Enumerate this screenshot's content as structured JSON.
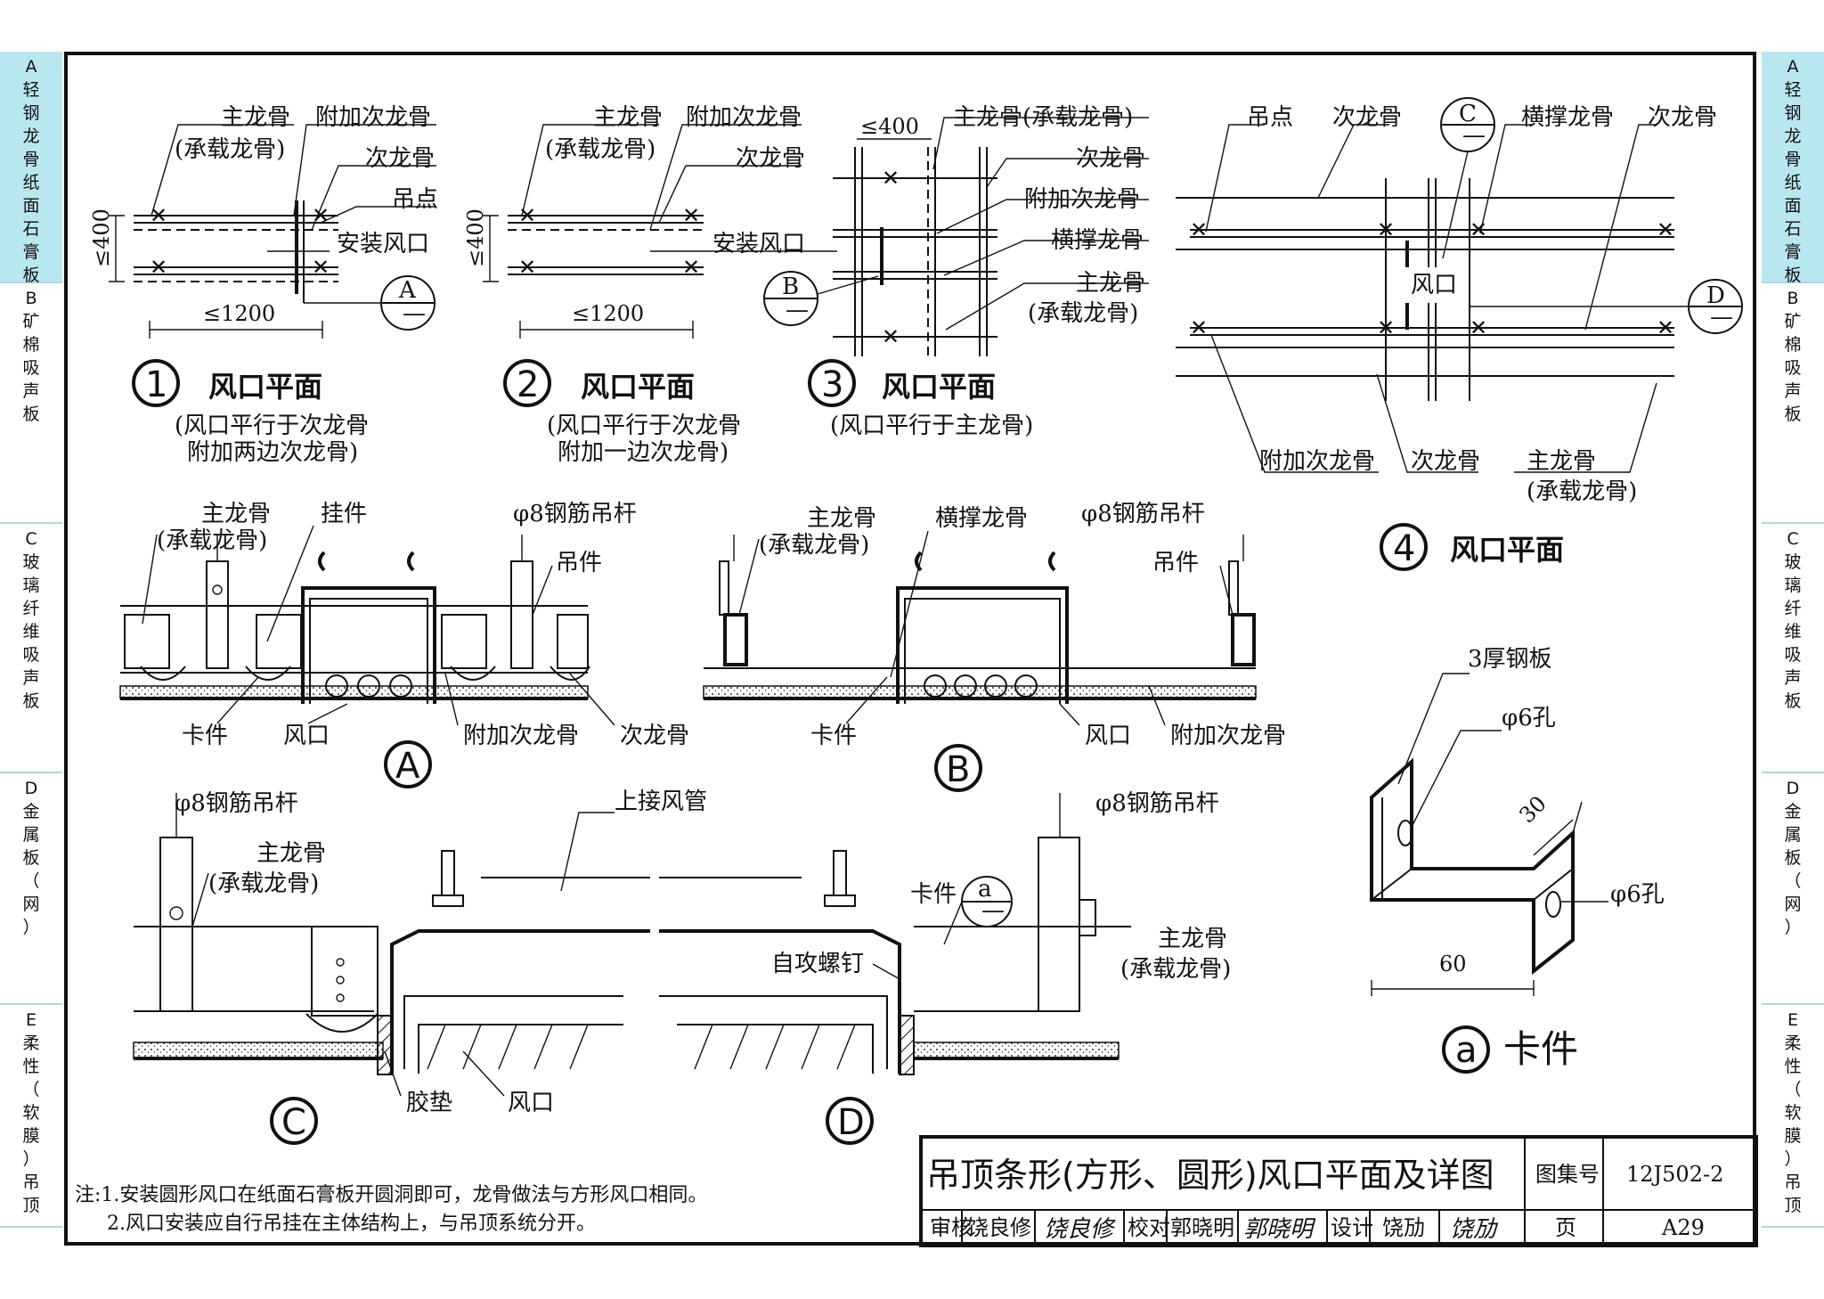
{
  "side_tabs": [
    {
      "letter": "A",
      "text": "轻钢龙骨纸面石膏板",
      "active": true
    },
    {
      "letter": "B",
      "text": "矿棉吸声板",
      "active": false
    },
    {
      "letter": "C",
      "text": "玻璃纤维吸声板",
      "active": false
    },
    {
      "letter": "D",
      "text": "金属板（网）",
      "active": false
    },
    {
      "letter": "E",
      "text": "柔性（软膜）吊顶",
      "active": false
    }
  ],
  "diagram": {
    "v1": {
      "num": "1",
      "title": "风口平面",
      "sub1": "(风口平行于次龙骨",
      "sub2": "附加两边次龙骨)",
      "l_main": "主龙骨",
      "l_main2": "(承载龙骨)",
      "l_add": "附加次龙骨",
      "l_sec": "次龙骨",
      "l_hang": "吊点",
      "l_vent": "安装风口",
      "dim_v": "≤400",
      "dim_h": "≤1200",
      "ref": "A"
    },
    "v2": {
      "num": "2",
      "title": "风口平面",
      "sub1": "(风口平行于次龙骨",
      "sub2": "附加一边次龙骨)",
      "l_main": "主龙骨",
      "l_main2": "(承载龙骨)",
      "l_add": "附加次龙骨",
      "l_sec": "次龙骨",
      "l_vent": "安装风口",
      "dim_v": "≤400",
      "dim_h": "≤1200"
    },
    "v3": {
      "num": "3",
      "title": "风口平面",
      "sub1": "(风口平行于主龙骨)",
      "dim": "≤400",
      "l_main": "主龙骨(承载龙骨)",
      "l_sec": "次龙骨",
      "l_add": "附加次龙骨",
      "l_cross": "横撑龙骨",
      "l_main_b": "主龙骨",
      "l_main_b2": "(承载龙骨)",
      "ref": "B"
    },
    "v4": {
      "num": "4",
      "title": "风口平面",
      "l_hang": "吊点",
      "l_sec": "次龙骨",
      "l_cross": "横撑龙骨",
      "l_sec2": "次龙骨",
      "l_vent": "风口",
      "l_add": "附加次龙骨",
      "l_sec3": "次龙骨",
      "l_main": "主龙骨",
      "l_main2": "(承载龙骨)",
      "ref_c": "C",
      "ref_d": "D"
    },
    "sA": {
      "ref": "A",
      "l_main": "主龙骨",
      "l_main2": "(承载龙骨)",
      "l_hook": "挂件",
      "l_rod": "φ8钢筋吊杆",
      "l_hanger": "吊件",
      "l_clip": "卡件",
      "l_vent": "风口",
      "l_add": "附加次龙骨",
      "l_sec": "次龙骨"
    },
    "sB": {
      "ref": "B",
      "l_main": "主龙骨",
      "l_main2": "(承载龙骨)",
      "l_cross": "横撑龙骨",
      "l_rod": "φ8钢筋吊杆",
      "l_hanger": "吊件",
      "l_clip": "卡件",
      "l_vent": "风口",
      "l_add": "附加次龙骨"
    },
    "sC": {
      "ref": "C",
      "l_rod": "φ8钢筋吊杆",
      "l_main": "主龙骨",
      "l_main2": "(承载龙骨)",
      "l_duct": "上接风管",
      "l_gasket": "胶垫",
      "l_vent": "风口"
    },
    "sD": {
      "ref": "D",
      "l_rod": "φ8钢筋吊杆",
      "l_clip": "卡件",
      "l_clip_ref": "a",
      "l_screw": "自攻螺钉",
      "l_main": "主龙骨",
      "l_main2": "(承载龙骨)"
    },
    "da": {
      "ref": "a",
      "title": "卡件",
      "l_plate": "3厚钢板",
      "l_hole1": "φ6孔",
      "l_hole2": "φ6孔",
      "dim30": "30",
      "dim60": "60"
    }
  },
  "notes": {
    "line1": "注:1.安装圆形风口在纸面石膏板开圆洞即可，龙骨做法与方形风口相同。",
    "line2": "2.风口安装应自行吊挂在主体结构上，与吊顶系统分开。"
  },
  "title_block": {
    "title": "吊顶条形(方形、圆形)风口平面及详图",
    "atlas_label": "图集号",
    "atlas_no": "12J502-2",
    "page_label": "页",
    "page_no": "A29",
    "review_label": "审核",
    "reviewer": "饶良修",
    "review_sign": "饶良修",
    "check_label": "校对",
    "checker": "郭晓明",
    "check_sign": "郭晓明",
    "design_label": "设计",
    "designer": "饶劢",
    "design_sign": "饶劢"
  }
}
